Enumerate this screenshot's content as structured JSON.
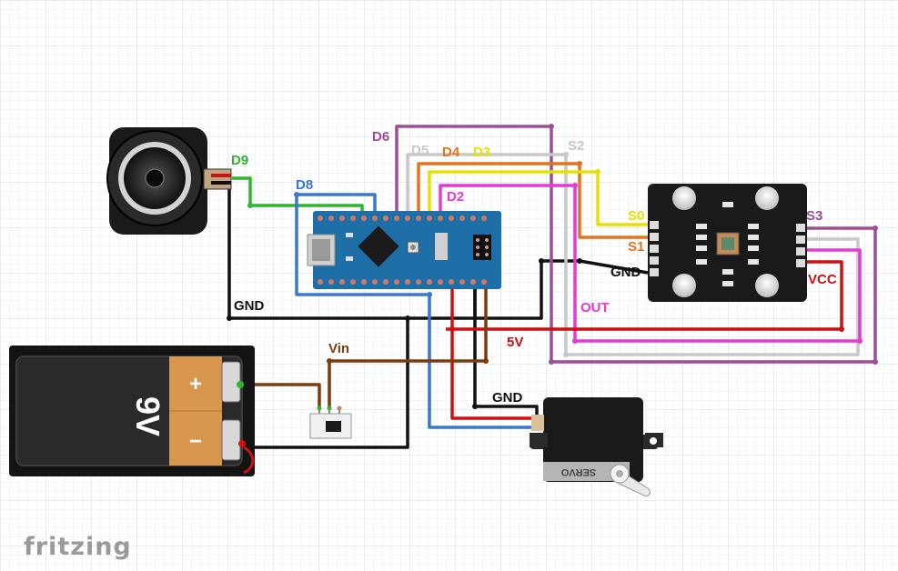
{
  "brand": "fritzing",
  "wire_labels": {
    "d9": "D9",
    "d8": "D8",
    "d6": "D6",
    "d5": "D5",
    "d4": "D4",
    "d3": "D3",
    "d2": "D2",
    "s2": "S2",
    "s0": "S0",
    "s1": "S1",
    "s3": "S3",
    "gnd_sensor": "GND",
    "gnd_main": "GND",
    "gnd_servo": "GND",
    "out": "OUT",
    "vcc": "VCC",
    "v5": "5V",
    "vin": "Vin"
  },
  "battery": {
    "voltage": "9V",
    "plus": "+",
    "minus": "−"
  },
  "servo": {
    "label": "SERVO"
  },
  "colors": {
    "d9": "#2fb52f",
    "d8": "#3a78c9",
    "d6": "#9b4f96",
    "d5": "#c8c8c8",
    "d4": "#e2741e",
    "d3": "#e8e000",
    "d2": "#e43ad6",
    "gnd": "#111111",
    "vcc": "#cc1111",
    "vin": "#7a3d0f",
    "board": "#1e6fa8",
    "sensor_board": "#1a1a1a",
    "battery_orange": "#d9964e"
  }
}
